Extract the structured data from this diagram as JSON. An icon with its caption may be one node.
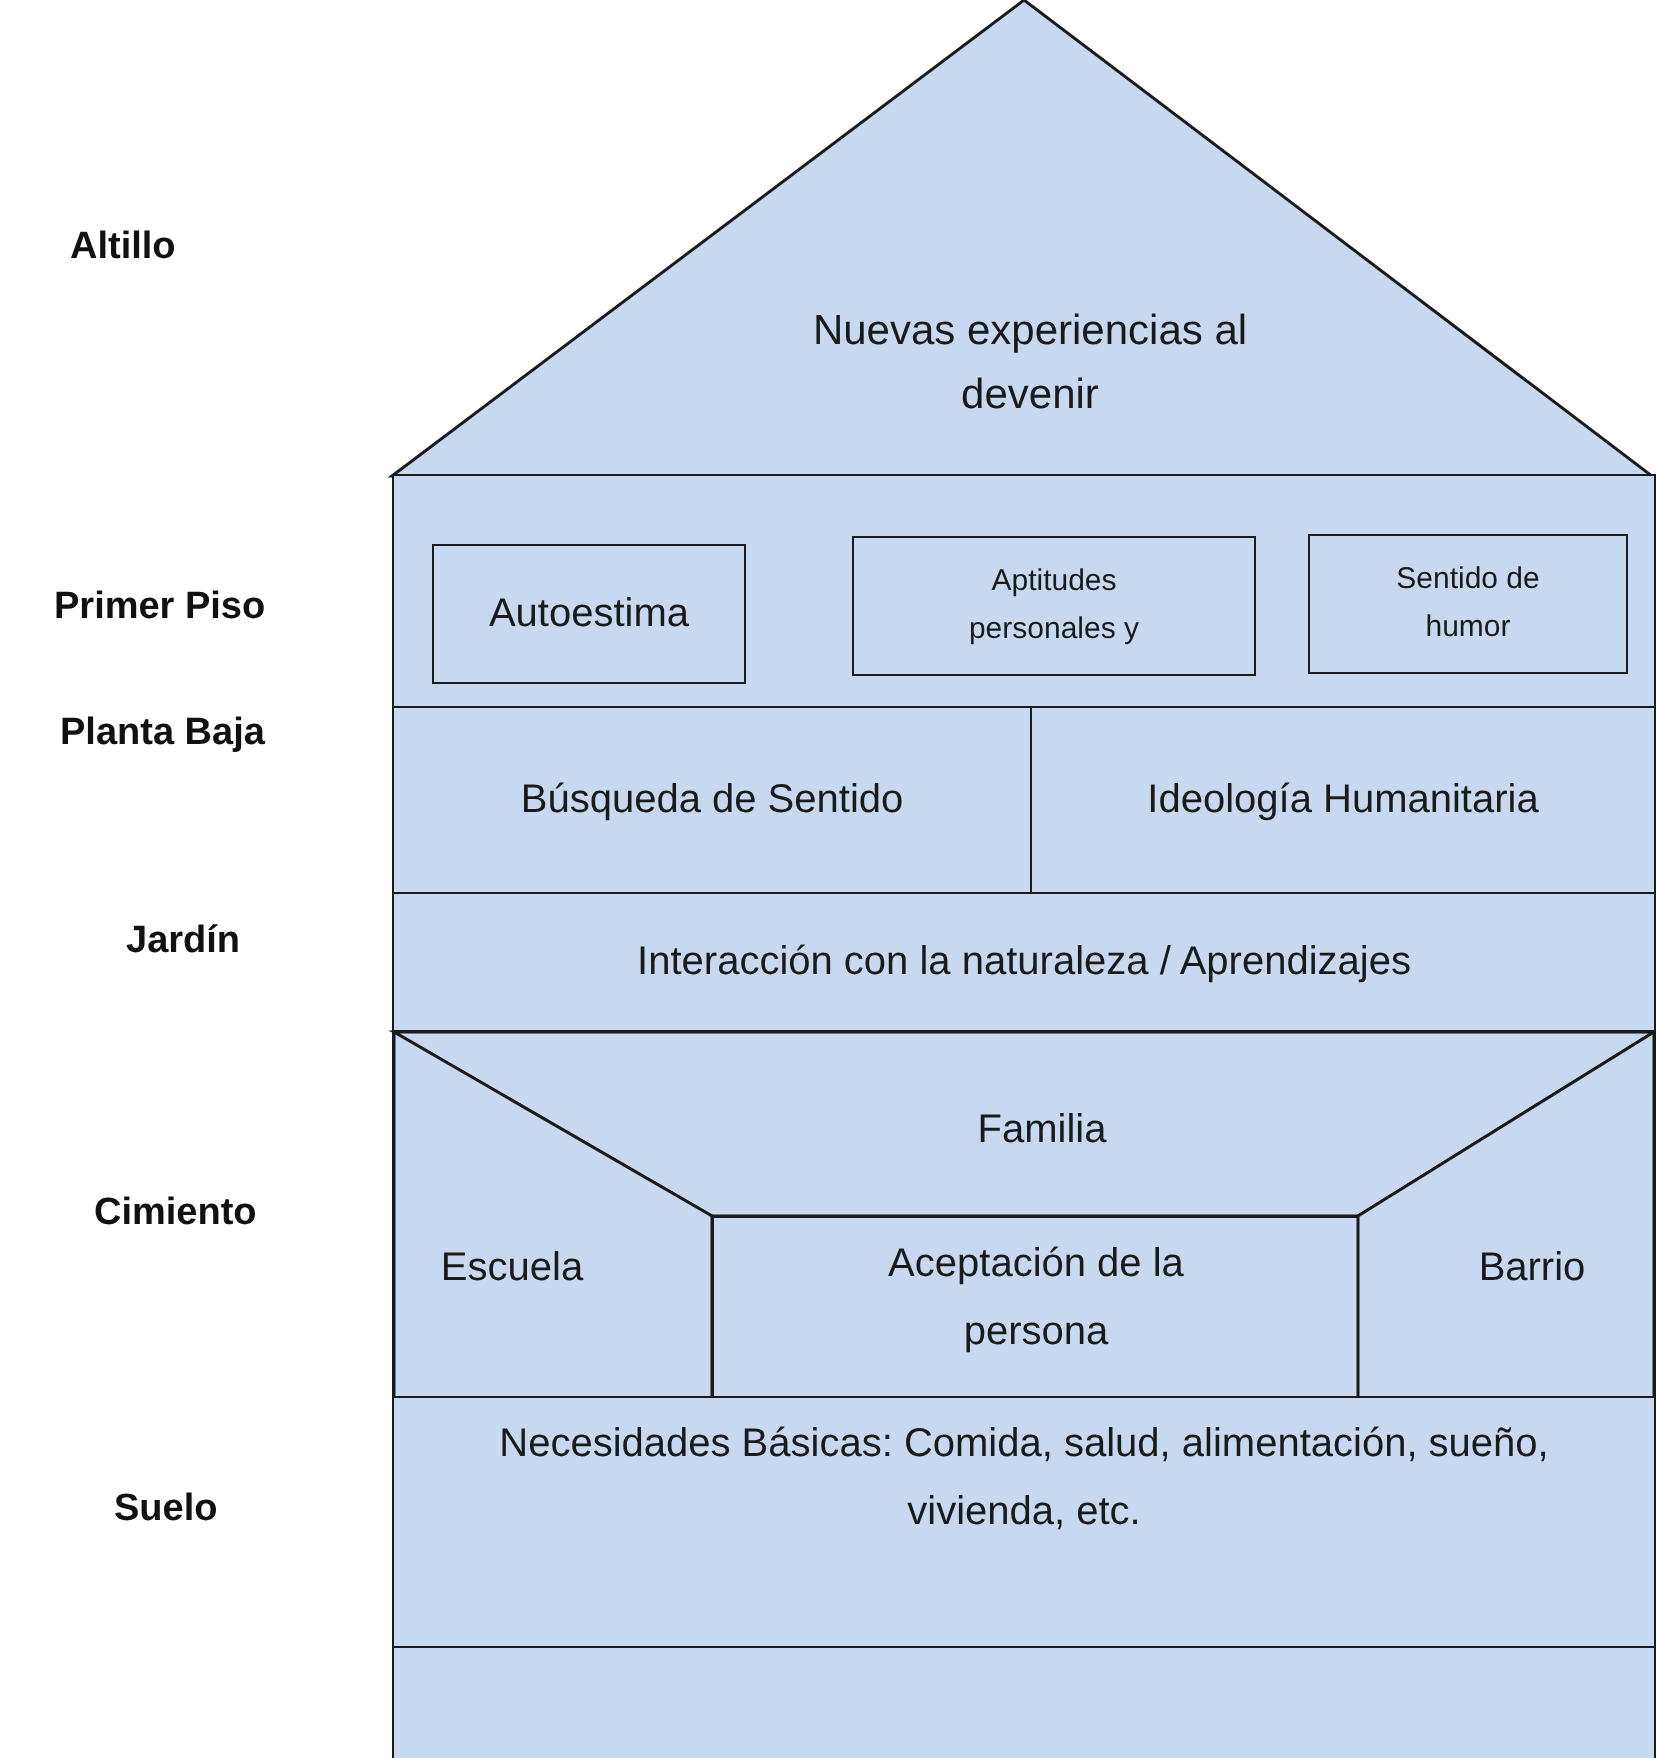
{
  "diagram": {
    "nodes": [
      {
        "text": [
          "Nuevas experiencias al devenir"
        ]
      },
      {
        "text": [],
        "shape": "box"
      },
      {
        "text": [
          "Autoestima"
        ],
        "in": 1
      },
      {
        "text": [
          "Aptitudes personales y"
        ],
        "in": 1
      },
      {
        "text": [
          "Sentido de humor"
        ],
        "in": 1
      },
      {
        "text": [
          "Búsqueda de Sentido"
        ]
      },
      {
        "text": [
          "Ideología Humanitaria"
        ]
      },
      {
        "text": [
          "Interacción con la naturaleza / Aprendizajes"
        ]
      },
      {
        "text": [],
        "shape": "box"
      },
      {
        "text": [
          "Familia"
        ],
        "in": 8
      },
      {
        "text": [
          "Escuela"
        ],
        "in": 8
      },
      {
        "text": [
          "Aceptación de la persona"
        ],
        "in": 8
      },
      {
        "text": [
          "Barrio"
        ],
        "in": 8
      },
      {
        "text": [
          "Necesidades Básicas: Comida, salud, alimentación, sueño, vivienda, etc."
        ]
      },
      {
        "text": [],
        "shape": "box"
      }
    ],
    "labels": [
      "Altillo",
      "Primer Piso",
      "Planta Baja",
      "Jardín",
      "Cimiento",
      "Suelo"
    ]
  }
}
